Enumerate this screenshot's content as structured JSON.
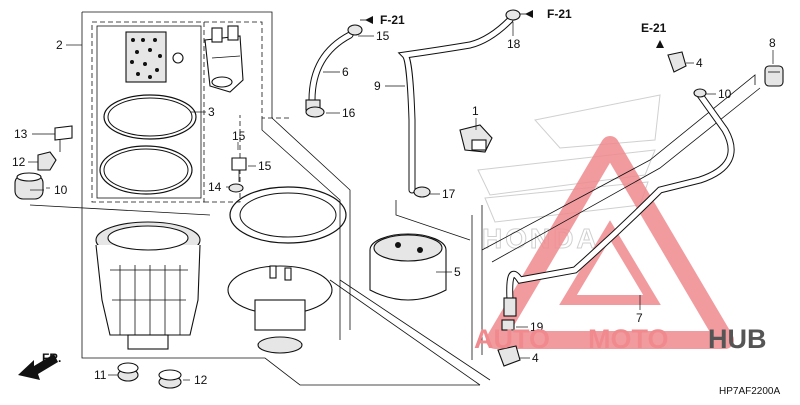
{
  "diagram": {
    "code": "HP7AF2200A",
    "callouts": [
      {
        "id": "1",
        "text": "1"
      },
      {
        "id": "2",
        "text": "2"
      },
      {
        "id": "3",
        "text": "3"
      },
      {
        "id": "4a",
        "text": "4"
      },
      {
        "id": "4b",
        "text": "4"
      },
      {
        "id": "5",
        "text": "5"
      },
      {
        "id": "6",
        "text": "6"
      },
      {
        "id": "7",
        "text": "7"
      },
      {
        "id": "8",
        "text": "8"
      },
      {
        "id": "9",
        "text": "9"
      },
      {
        "id": "10a",
        "text": "10"
      },
      {
        "id": "10b",
        "text": "10"
      },
      {
        "id": "11",
        "text": "11"
      },
      {
        "id": "12a",
        "text": "12"
      },
      {
        "id": "12b",
        "text": "12"
      },
      {
        "id": "13",
        "text": "13"
      },
      {
        "id": "14",
        "text": "14"
      },
      {
        "id": "15a",
        "text": "15"
      },
      {
        "id": "15b",
        "text": "15"
      },
      {
        "id": "15c",
        "text": "15"
      },
      {
        "id": "16",
        "text": "16"
      },
      {
        "id": "17",
        "text": "17"
      },
      {
        "id": "18",
        "text": "18"
      },
      {
        "id": "19",
        "text": "19"
      }
    ],
    "refs": {
      "f21a": "F-21",
      "f21b": "F-21",
      "e21": "E-21"
    },
    "front_marker": "FR.",
    "brand_watermark": "HONDA"
  },
  "watermark": {
    "auto": "AUTO",
    "moto": "MOTO",
    "hub": "HUB"
  },
  "colors": {
    "watermark_red": "#e8242b",
    "watermark_dark": "#333333",
    "watermark_light_red": "#f08a8e",
    "line": "#111111"
  }
}
